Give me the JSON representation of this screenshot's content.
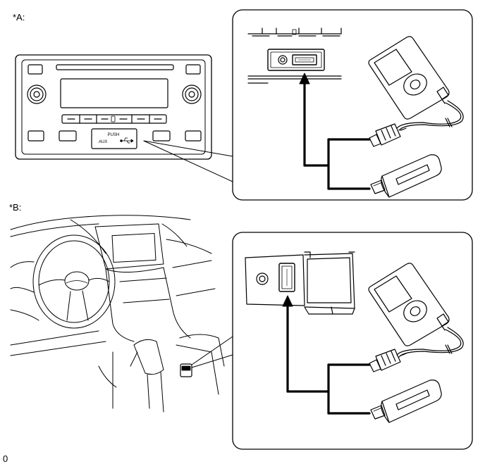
{
  "labels": {
    "section_a": "*A:",
    "section_b": "*B:",
    "footer_code": "0"
  },
  "radio_panel": {
    "push_label": "PUSH",
    "aux_label": "AUX"
  }
}
